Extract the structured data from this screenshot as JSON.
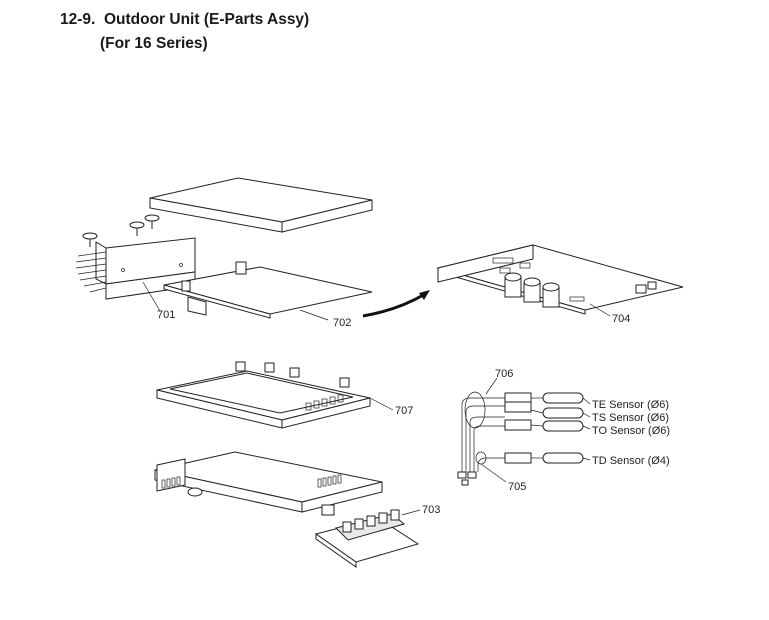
{
  "header": {
    "section": "12-9.",
    "title": "Outdoor Unit (E-Parts Assy)",
    "subtitle": "(For 16 Series)"
  },
  "parts": {
    "p701": "701",
    "p702": "702",
    "p703": "703",
    "p704": "704",
    "p705": "705",
    "p706": "706",
    "p707": "707"
  },
  "sensors": {
    "te": "TE Sensor (Ø6)",
    "ts": "TS Sensor (Ø6)",
    "to": "TO Sensor (Ø6)",
    "td": "TD Sensor (Ø4)"
  }
}
